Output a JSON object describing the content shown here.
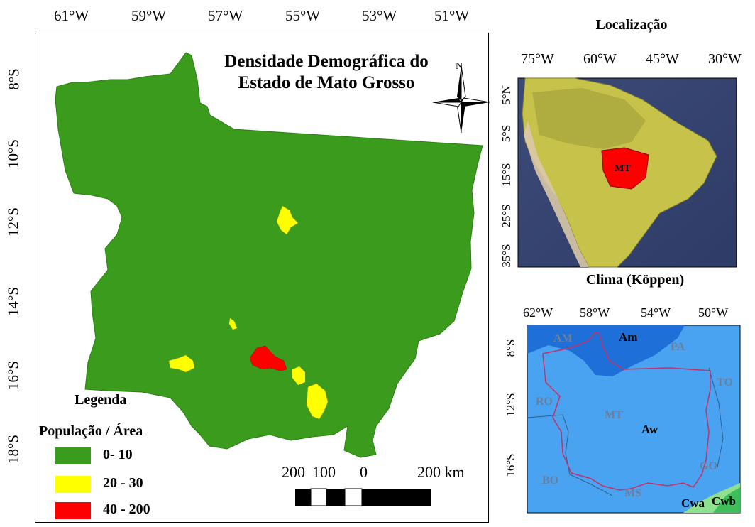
{
  "main_map": {
    "title_line1": "Densidade Demográfica do",
    "title_line2": "Estado de Mato Grosso",
    "lon_ticks": [
      "61°W",
      "59°W",
      "57°W",
      "55°W",
      "53°W",
      "51°W"
    ],
    "lat_ticks": [
      "8°S",
      "10°S",
      "12°S",
      "14°S",
      "16°S",
      "18°S"
    ],
    "north_label": "N",
    "colors": {
      "low": "#3a9b1c",
      "mid": "#ffff00",
      "high": "#ff0000",
      "border": "#2b7f13"
    }
  },
  "legend": {
    "title": "Legenda",
    "subtitle": "População / Área",
    "items": [
      {
        "label": "0- 10",
        "color": "#3a9b1c"
      },
      {
        "label": "20 - 30",
        "color": "#ffff00"
      },
      {
        "label": "40 - 200",
        "color": "#ff0000"
      }
    ]
  },
  "scale_bar": {
    "labels": [
      "200",
      "100",
      "0",
      "200 km"
    ]
  },
  "location_map": {
    "title": "Localização",
    "lon_ticks": [
      "75°W",
      "60°W",
      "45°W",
      "30°W"
    ],
    "lat_ticks": [
      "5°N",
      "5°S",
      "15°S",
      "25°S",
      "35°S"
    ],
    "state_label": "MT"
  },
  "climate_map": {
    "title": "Clima (Köppen)",
    "lon_ticks": [
      "62°W",
      "58°W",
      "54°W",
      "50°W"
    ],
    "lat_ticks": [
      "8°S",
      "12°S",
      "16°S"
    ],
    "climate_labels": [
      "Am",
      "Aw",
      "Cwa",
      "Cwb"
    ],
    "state_labels": [
      "AM",
      "PA",
      "TO",
      "RO",
      "MT",
      "GO",
      "BO",
      "MS"
    ]
  }
}
